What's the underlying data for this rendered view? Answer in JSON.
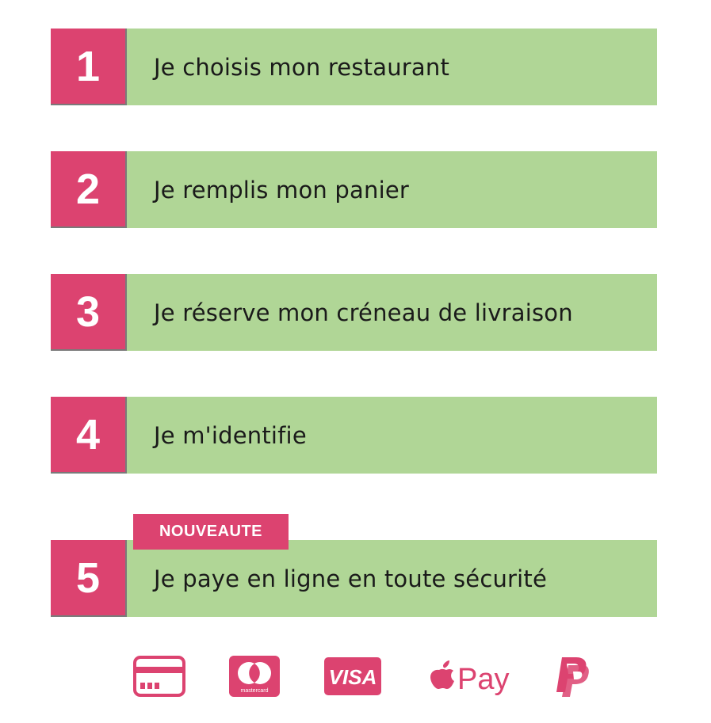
{
  "colors": {
    "accent": "#dc4370",
    "bar": "#b0d696",
    "text": "#1a1a1a",
    "badge_text": "#ffffff"
  },
  "steps": [
    {
      "number": "1",
      "label": "Je choisis mon restaurant"
    },
    {
      "number": "2",
      "label": "Je remplis mon panier"
    },
    {
      "number": "3",
      "label": "Je réserve mon créneau de livraison"
    },
    {
      "number": "4",
      "label": "Je m'identifie"
    },
    {
      "number": "5",
      "label": "Je paye en ligne en toute sécurité"
    }
  ],
  "badge": {
    "label": "NOUVEAUTE"
  },
  "payment_methods": [
    {
      "name": "card",
      "icon": "credit-card-icon"
    },
    {
      "name": "mastercard",
      "icon": "mastercard-icon",
      "text": "mastercard"
    },
    {
      "name": "visa",
      "icon": "visa-icon",
      "text": "VISA"
    },
    {
      "name": "apple-pay",
      "icon": "apple-pay-icon",
      "text": "Pay"
    },
    {
      "name": "paypal",
      "icon": "paypal-icon"
    }
  ]
}
